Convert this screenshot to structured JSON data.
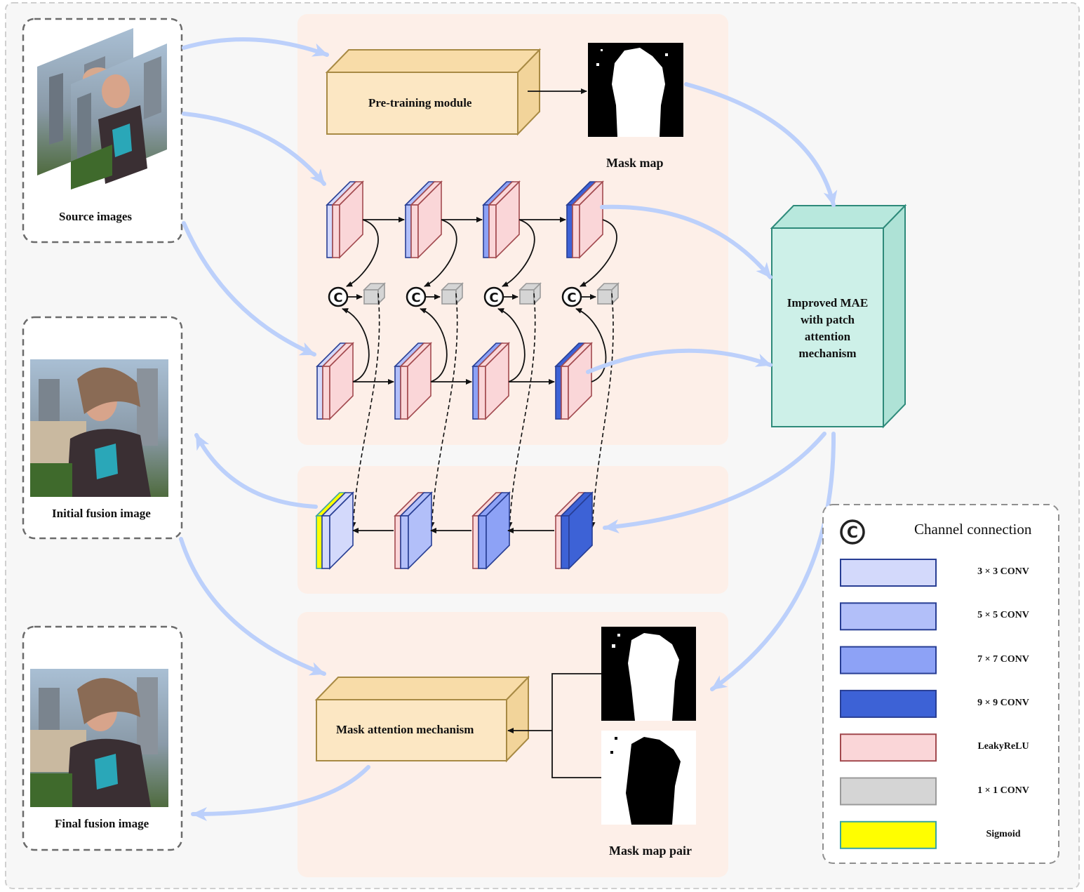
{
  "labels": {
    "source_images": "Source images",
    "initial_fusion_image": "Initial fusion image",
    "final_fusion_image": "Final fusion image",
    "pretraining_module": "Pre-training module",
    "mask_map": "Mask map",
    "improved_mae_line1": "Improved MAE",
    "improved_mae_line2": "with patch",
    "improved_mae_line3": "attention",
    "improved_mae_line4": "mechanism",
    "mask_attention_mechanism": "Mask attention mechanism",
    "mask_map_pair": "Mask map pair"
  },
  "legend": {
    "title": "Channel connection",
    "items": [
      {
        "label": "3 × 3 CONV",
        "color": "#d3d9fb",
        "border": "#283e94"
      },
      {
        "label": "5 × 5 CONV",
        "color": "#b2bff9",
        "border": "#283e94"
      },
      {
        "label": "7 × 7 CONV",
        "color": "#8da2f6",
        "border": "#283e94"
      },
      {
        "label": "9 × 9 CONV",
        "color": "#3d62d6",
        "border": "#283e94"
      },
      {
        "label": "LeakyReLU",
        "color": "#fad6d8",
        "border": "#a24a4f"
      },
      {
        "label": "1 × 1 CONV",
        "color": "#d5d5d5",
        "border": "#9a9a9a"
      },
      {
        "label": "Sigmoid",
        "color": "#fffe00",
        "border": "#3aa5a0"
      }
    ]
  },
  "colors": {
    "panel_bg": "#fdefe8",
    "module_fill": "#fce7c3",
    "module_border": "#a88a44",
    "mae_fill": "#cdf0e8",
    "mae_border": "#2e8a7a",
    "flow_arrow": "#bcd0fb",
    "dashed_box": "#6b6b6b"
  },
  "icons": {
    "concat": "channel-connection-icon"
  }
}
